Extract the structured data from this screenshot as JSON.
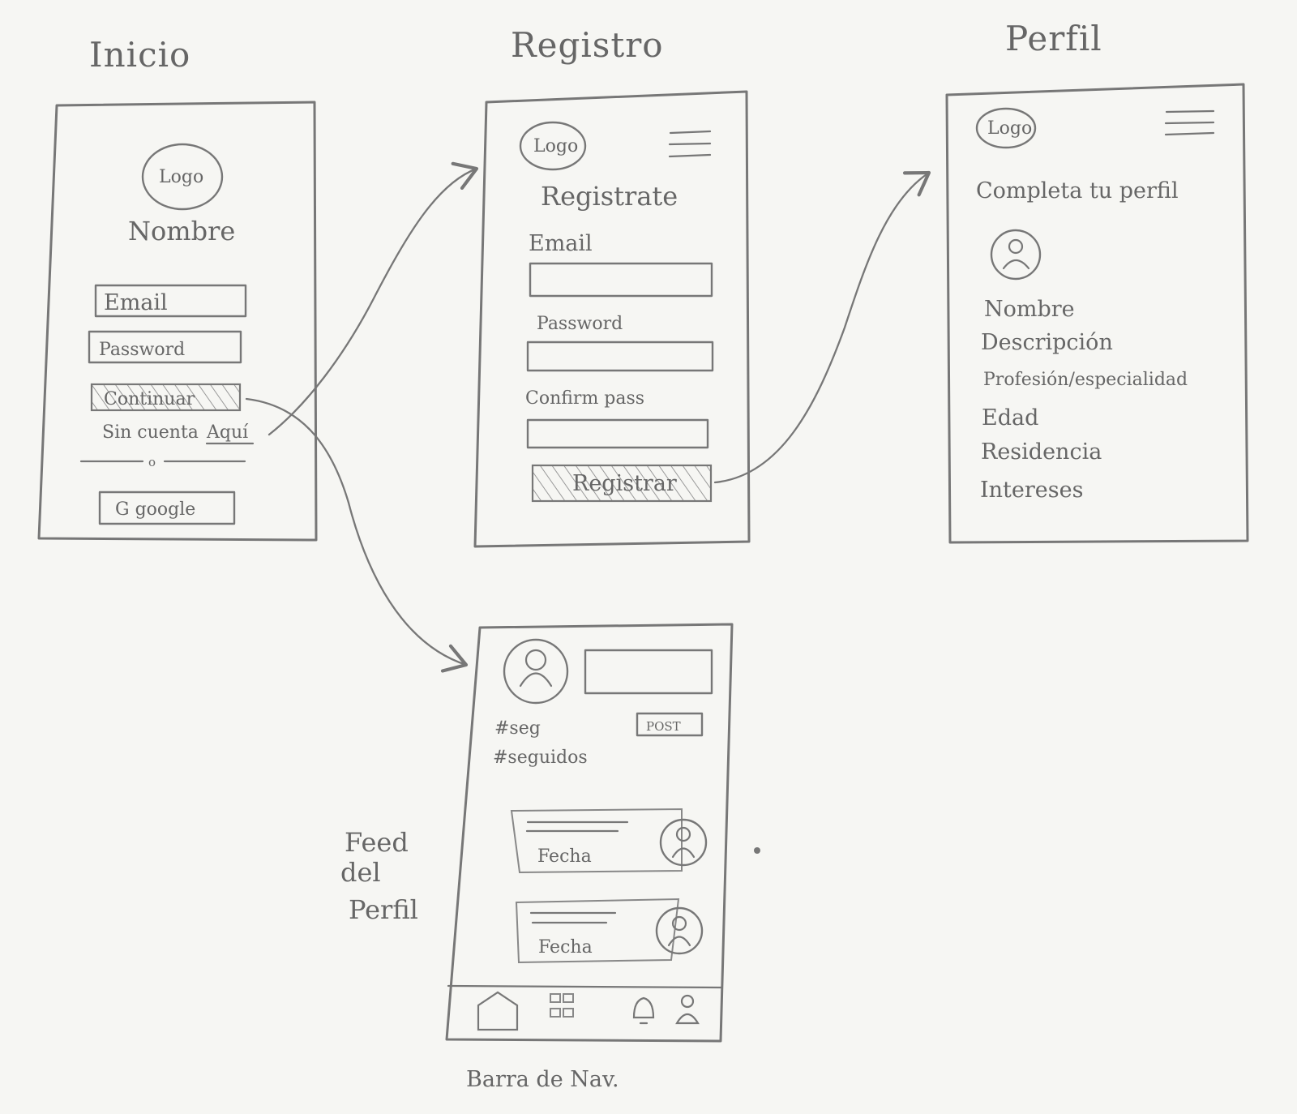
{
  "screens": {
    "inicio": {
      "title": "Inicio",
      "logo": "Logo",
      "name": "Nombre",
      "email_field": "Email",
      "password_field": "Password",
      "continue_button": "Continuar",
      "no_account_text": "Sin cuenta",
      "here_link": "Aquí",
      "separator": "o",
      "google_button": "G google"
    },
    "registro": {
      "title": "Registro",
      "logo": "Logo",
      "heading": "Registrate",
      "email_label": "Email",
      "password_label": "Password",
      "confirm_label": "Confirm pass",
      "register_button": "Registrar"
    },
    "perfil": {
      "title": "Perfil",
      "logo": "Logo",
      "heading": "Completa tu perfil",
      "fields": [
        "Nombre",
        "Descripción",
        "Profesión/especialidad",
        "Edad",
        "Residencia",
        "Intereses"
      ]
    },
    "feed": {
      "followers": "#seg",
      "following": "#seguidos",
      "post_button": "POST",
      "side_label_lines": [
        "Feed",
        "del",
        "Perfil"
      ],
      "date_label_1": "Fecha",
      "date_label_2": "Fecha",
      "caption": "Barra de Nav."
    }
  },
  "icons": {
    "hamburger": "hamburger-menu-icon",
    "avatar": "user-avatar-icon",
    "home": "home-icon",
    "grid": "grid-icon",
    "bell": "bell-icon",
    "user": "user-icon"
  }
}
